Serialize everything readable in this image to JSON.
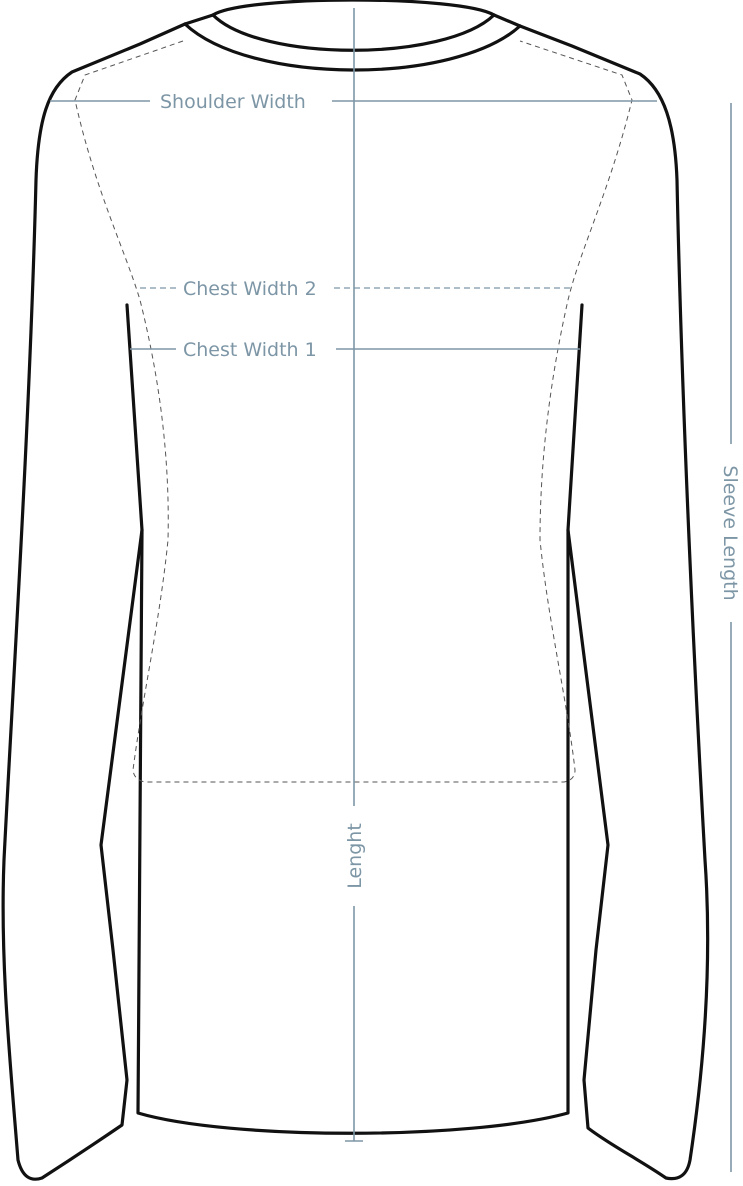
{
  "labels": {
    "shoulder_width": "Shoulder Width",
    "chest_width_2": "Chest Width 2",
    "chest_width_1": "Chest Width 1",
    "length": "Lenght",
    "sleeve_length": "Sleeve Length"
  },
  "colors": {
    "outline": "#111111",
    "measure": "#7d96a6",
    "inner_dashed": "#555555"
  }
}
